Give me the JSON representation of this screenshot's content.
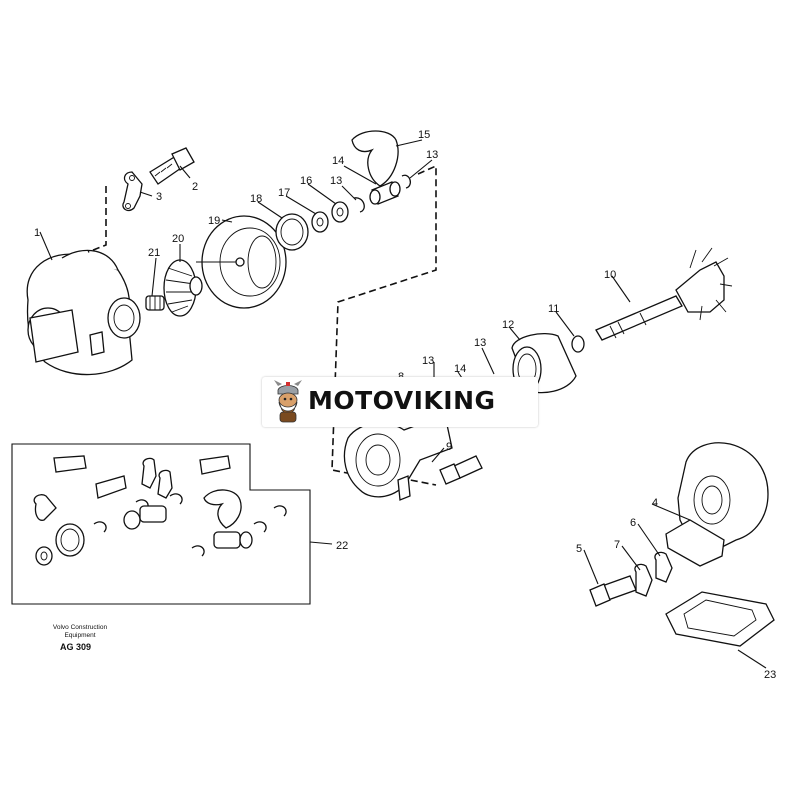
{
  "callouts": {
    "c1": "1",
    "c2": "2",
    "c3": "3",
    "c4": "4",
    "c5": "5",
    "c6": "6",
    "c7": "7",
    "c8": "8",
    "c9": "9",
    "c10": "10",
    "c11": "11",
    "c12": "12",
    "c13a": "13",
    "c13b": "13",
    "c13c": "13",
    "c13d": "13",
    "c14a": "14",
    "c14b": "14",
    "c15": "15",
    "c16": "16",
    "c17": "17",
    "c18": "18",
    "c19": "19",
    "c20": "20",
    "c21": "21",
    "c22": "22",
    "c23": "23"
  },
  "watermark": {
    "text": "MOTOVIKING",
    "logo_icon": "viking-mascot-icon"
  },
  "footer": {
    "source_line1": "Volvo Construction",
    "source_line2": "Equipment",
    "figure_code": "AG 309"
  }
}
